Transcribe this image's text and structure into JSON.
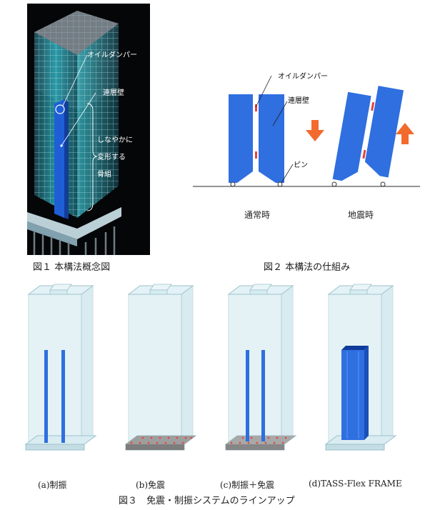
{
  "figure1": {
    "caption": "図１ 本構法概念図",
    "labels": {
      "oil_damper": "オイルダンパー",
      "wall": "連層壁",
      "frame_line1": "しなやかに",
      "frame_line2": "変形する",
      "frame_line3": "骨組"
    }
  },
  "figure2": {
    "caption": "図２ 本構法の仕組み",
    "labels": {
      "oil_damper": "オイルダンパー",
      "wall": "連層壁",
      "pin": "ピン"
    },
    "states": {
      "normal": "通常時",
      "earthquake": "地震時"
    },
    "colors": {
      "wall": "#2f6fe0",
      "arrow": "#f26a2e",
      "damper": "#e8423a"
    }
  },
  "figure3": {
    "caption": "図３　免震・制振システムのラインアップ",
    "items": [
      {
        "label": "(a)制振"
      },
      {
        "label": "(b)免震"
      },
      {
        "label": "(c)制振＋免震"
      },
      {
        "label": "(d)TASS-Flex FRAME"
      }
    ]
  }
}
